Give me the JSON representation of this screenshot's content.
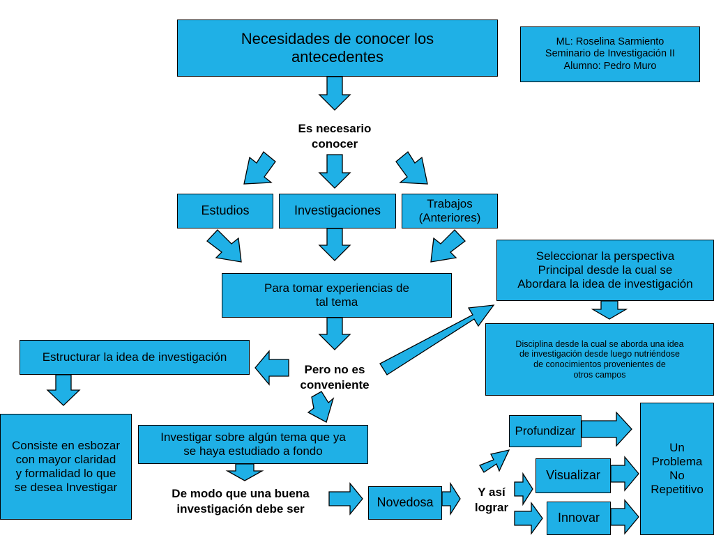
{
  "nodes": {
    "title": "Necesidades de conocer los\nantecedentes",
    "credits": {
      "teacher": "ML: Roselina Sarmiento",
      "course": "Seminario de Investigación II",
      "student": "Alumno: Pedro Muro"
    },
    "es_necesario": "Es necesario\nconocer",
    "estudios": "Estudios",
    "investigaciones": "Investigaciones",
    "trabajos": "Trabajos\n(Anteriores)",
    "para_tomar": "Para tomar experiencias de\ntal tema",
    "seleccionar": "Seleccionar la perspectiva\nPrincipal desde la cual se\nAbordara la idea de investigación",
    "disciplina": "Disciplina desde la cual se aborda una idea\nde investigación desde luego nutriéndose\nde conocimientos provenientes de\notros campos",
    "estructurar": "Estructurar la idea de investigación",
    "pero_no": "Pero no es\nconveniente",
    "consiste": "Consiste en esbozar\ncon mayor claridad\ny formalidad lo que\nse desea Investigar",
    "investigar_sobre": "Investigar sobre algún tema que ya\nse haya estudiado a fondo",
    "de_modo": "De modo que una buena\ninvestigación debe ser",
    "novedosa": "Novedosa",
    "y_asi": "Y así\nlograr",
    "profundizar": "Profundizar",
    "visualizar": "Visualizar",
    "innovar": "Innovar",
    "problema": "Un\nProblema\nNo\nRepetitivo"
  },
  "colors": {
    "box_fill": "#1fb0e6",
    "border": "#000000"
  }
}
